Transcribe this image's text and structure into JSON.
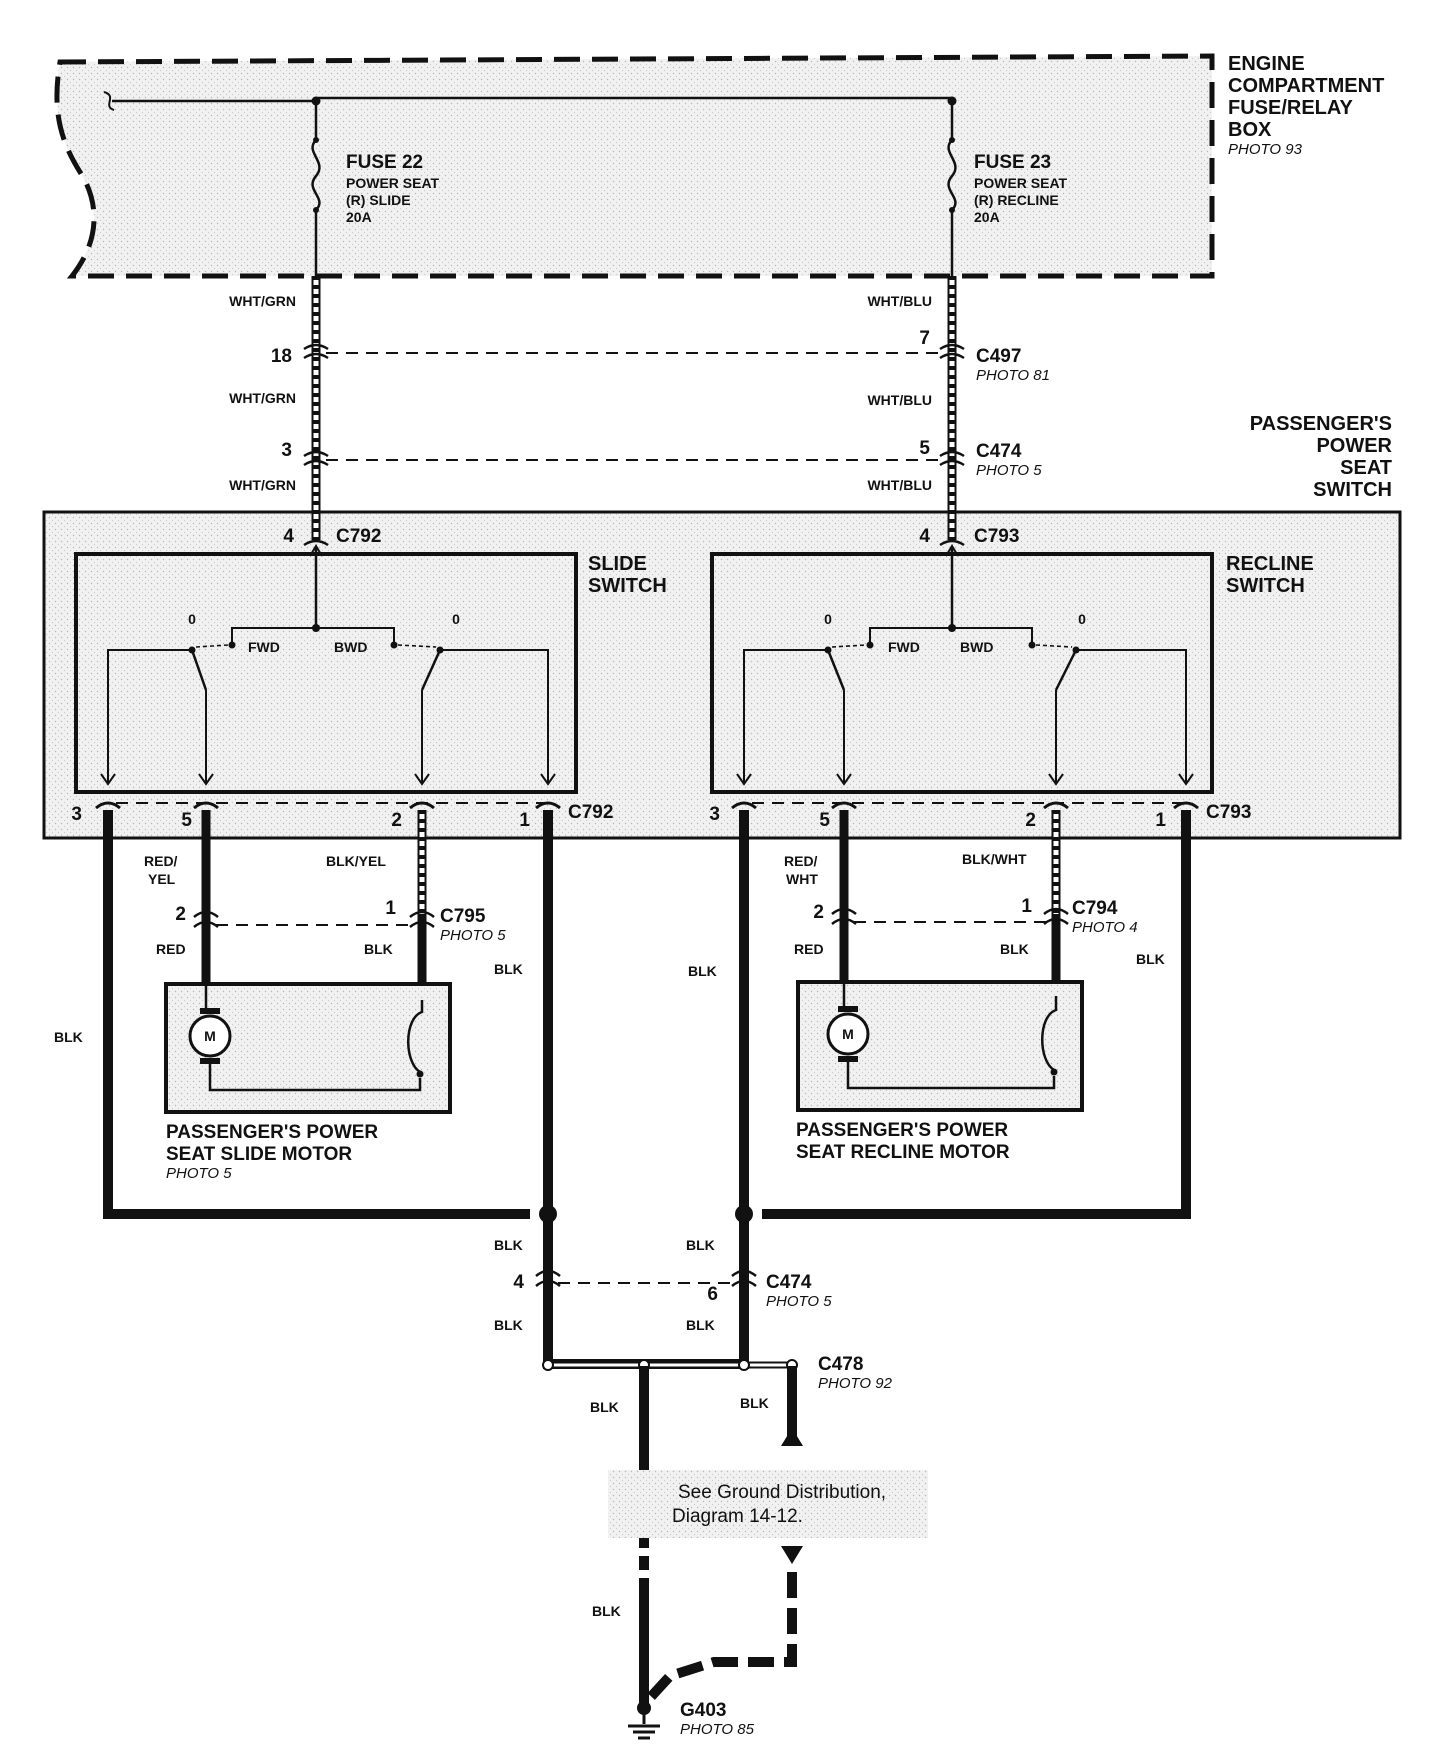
{
  "fuse_box": {
    "title": [
      "ENGINE",
      "COMPARTMENT",
      "FUSE/RELAY",
      "BOX"
    ],
    "photo": "PHOTO 93",
    "fuse22": {
      "name": "FUSE 22",
      "desc": [
        "POWER SEAT",
        "(R) SLIDE",
        "20A"
      ]
    },
    "fuse23": {
      "name": "FUSE 23",
      "desc": [
        "POWER SEAT",
        "(R) RECLINE",
        "20A"
      ]
    }
  },
  "wires": {
    "wht_grn": "WHT/GRN",
    "wht_blu": "WHT/BLU",
    "red_yel": [
      "RED/",
      "YEL"
    ],
    "red_wht": [
      "RED/",
      "WHT"
    ],
    "blk_yel": "BLK/YEL",
    "blk_wht": "BLK/WHT",
    "red": "RED",
    "blk": "BLK"
  },
  "connectors": {
    "c497": {
      "name": "C497",
      "photo": "PHOTO 81",
      "pin_left": "18",
      "pin_right": "7"
    },
    "c474_top": {
      "name": "C474",
      "photo": "PHOTO 5",
      "pin_left": "3",
      "pin_right": "5"
    },
    "c792": {
      "name": "C792",
      "pin_top": "4",
      "pins_bottom": [
        "3",
        "5",
        "2",
        "1"
      ]
    },
    "c793": {
      "name": "C793",
      "pin_top": "4",
      "pins_bottom": [
        "3",
        "5",
        "2",
        "1"
      ]
    },
    "c795": {
      "name": "C795",
      "photo": "PHOTO 5",
      "pin_left": "2",
      "pin_right": "1"
    },
    "c794": {
      "name": "C794",
      "photo": "PHOTO 4",
      "pin_left": "2",
      "pin_right": "1"
    },
    "c474_bottom": {
      "name": "C474",
      "photo": "PHOTO 5",
      "pin_left": "4",
      "pin_right": "6"
    },
    "c478": {
      "name": "C478",
      "photo": "PHOTO 92"
    },
    "g403": {
      "name": "G403",
      "photo": "PHOTO 85"
    }
  },
  "switch_assembly": {
    "title": [
      "PASSENGER'S",
      "POWER",
      "SEAT",
      "SWITCH"
    ],
    "slide": {
      "title": [
        "SLIDE",
        "SWITCH"
      ],
      "fwd": "FWD",
      "bwd": "BWD",
      "zero": "0"
    },
    "recline": {
      "title": [
        "RECLINE",
        "SWITCH"
      ],
      "fwd": "FWD",
      "bwd": "BWD",
      "zero": "0"
    }
  },
  "motors": {
    "slide": {
      "title": [
        "PASSENGER'S POWER",
        "SEAT SLIDE MOTOR"
      ],
      "photo": "PHOTO 5",
      "symbol": "M"
    },
    "recline": {
      "title": [
        "PASSENGER'S POWER",
        "SEAT RECLINE MOTOR"
      ],
      "symbol": "M"
    }
  },
  "note": [
    "See Ground Distribution,",
    "Diagram 14-12."
  ]
}
